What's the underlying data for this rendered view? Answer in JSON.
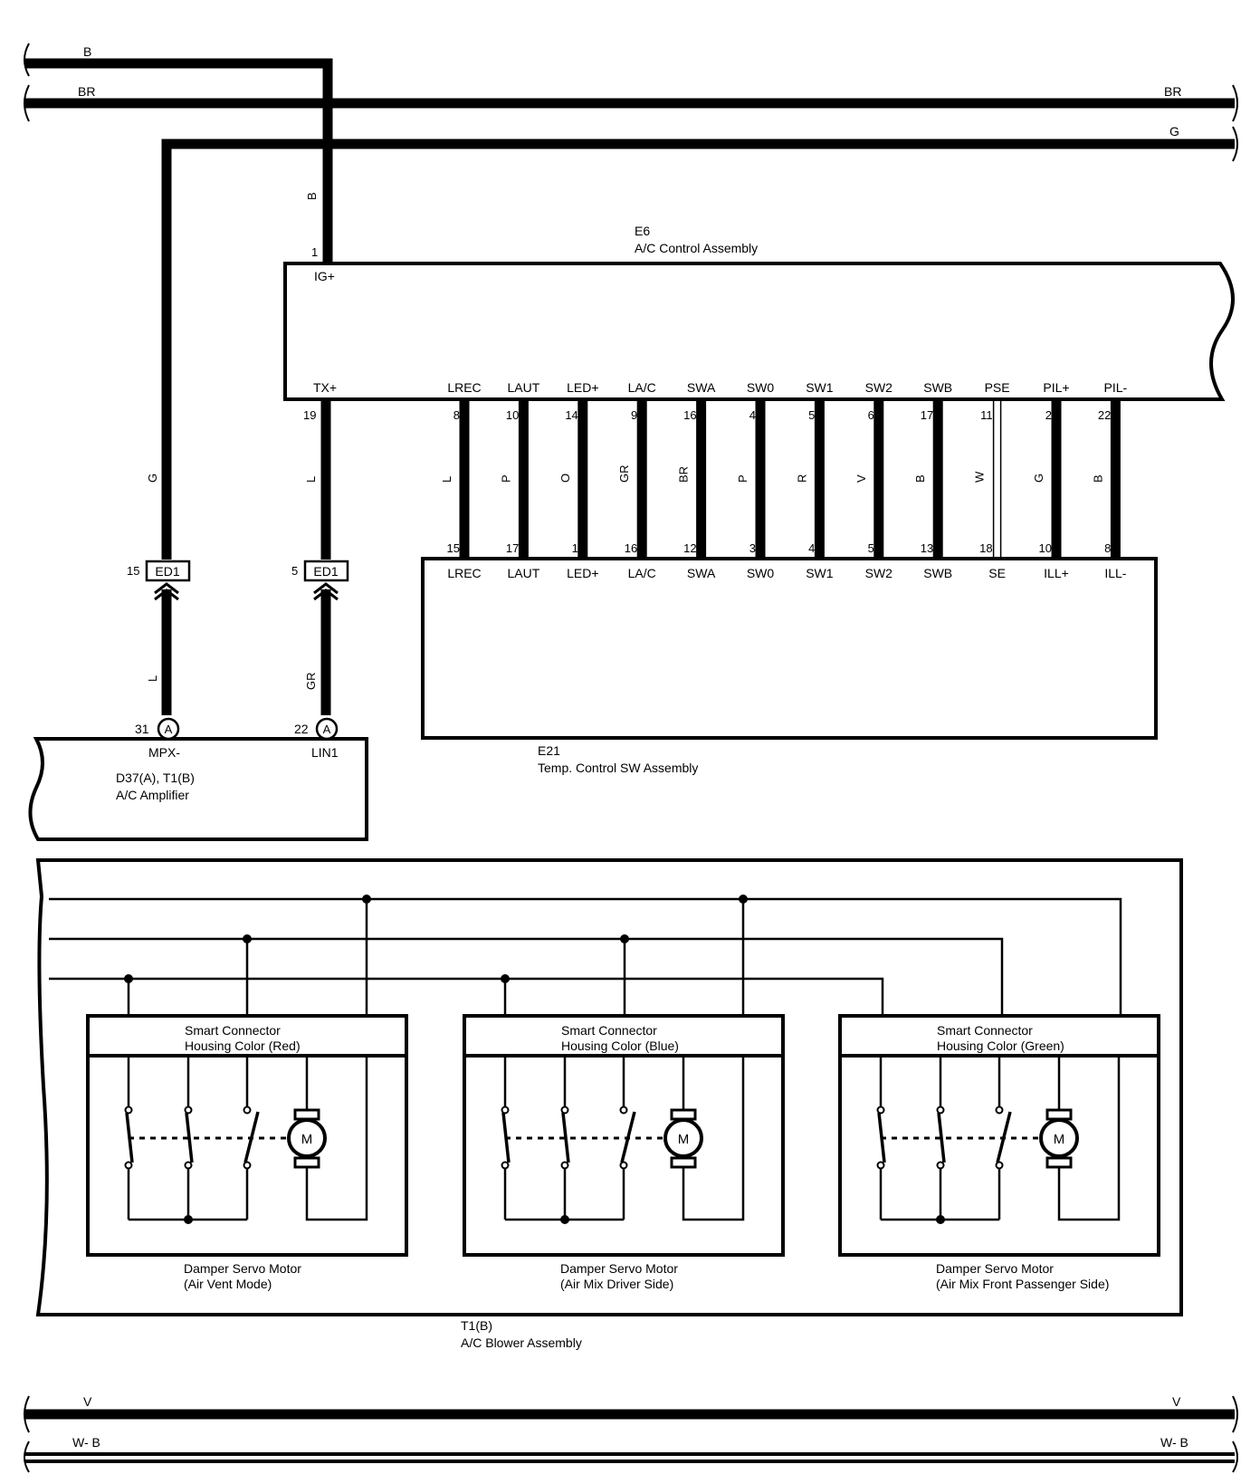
{
  "wires_top": {
    "b": "B",
    "br": "BR",
    "br_right": "BR",
    "g": "G",
    "b_vertical": "B"
  },
  "wires_bottom": {
    "v": "V",
    "v_right": "V",
    "wb": "W- B",
    "wb_right": "W- B"
  },
  "e6": {
    "code": "E6",
    "name": "A/C Control Assembly",
    "ig_pin": "1",
    "ig_label": "IG+",
    "tx_label": "TX+",
    "tx_pin": "19",
    "tx_wire": "L",
    "pins": [
      {
        "label": "LREC",
        "num": "8",
        "wire": "L"
      },
      {
        "label": "LAUT",
        "num": "10",
        "wire": "P"
      },
      {
        "label": "LED+",
        "num": "14",
        "wire": "O"
      },
      {
        "label": "LA/C",
        "num": "9",
        "wire": "GR"
      },
      {
        "label": "SWA",
        "num": "16",
        "wire": "BR"
      },
      {
        "label": "SW0",
        "num": "4",
        "wire": "P"
      },
      {
        "label": "SW1",
        "num": "5",
        "wire": "R"
      },
      {
        "label": "SW2",
        "num": "6",
        "wire": "V"
      },
      {
        "label": "SWB",
        "num": "17",
        "wire": "B"
      },
      {
        "label": "PSE",
        "num": "11",
        "wire": "W"
      },
      {
        "label": "PIL+",
        "num": "2",
        "wire": "G"
      },
      {
        "label": "PIL-",
        "num": "22",
        "wire": "B"
      }
    ]
  },
  "e21": {
    "code": "E21",
    "name": "Temp.  Control SW Assembly",
    "pins": [
      {
        "label": "LREC",
        "num": "15"
      },
      {
        "label": "LAUT",
        "num": "17"
      },
      {
        "label": "LED+",
        "num": "1"
      },
      {
        "label": "LA/C",
        "num": "16"
      },
      {
        "label": "SWA",
        "num": "12"
      },
      {
        "label": "SW0",
        "num": "3"
      },
      {
        "label": "SW1",
        "num": "4"
      },
      {
        "label": "SW2",
        "num": "5"
      },
      {
        "label": "SWB",
        "num": "13"
      },
      {
        "label": "SE",
        "num": "18"
      },
      {
        "label": "ILL+",
        "num": "10"
      },
      {
        "label": "ILL-",
        "num": "8"
      }
    ]
  },
  "ed1_left": {
    "pin": "15",
    "name": "ED1",
    "upper_wire": "G",
    "lower_wire": "L"
  },
  "ed1_right": {
    "pin": "5",
    "name": "ED1",
    "lower_wire": "GR"
  },
  "amp": {
    "code": "D37(A), T1(B)",
    "name": "A/C Amplifier",
    "mpx_pin": "31",
    "mpx_label": "MPX-",
    "lin_pin": "22",
    "lin_label": "LIN1",
    "connector": "A"
  },
  "blower": {
    "code": "T1(B)",
    "name": "A/C Blower Assembly",
    "motor_symbol": "M",
    "motors": [
      {
        "conn1": "Smart Connector",
        "conn2": "Housing Color (Red)",
        "name1": "Damper Servo Motor",
        "name2": "(Air Vent Mode)"
      },
      {
        "conn1": "Smart Connector",
        "conn2": "Housing Color (Blue)",
        "name1": "Damper Servo Motor",
        "name2": "(Air Mix Driver Side)"
      },
      {
        "conn1": "Smart Connector",
        "conn2": "Housing Color (Green)",
        "name1": "Damper Servo Motor",
        "name2": "(Air Mix Front Passenger Side)"
      }
    ]
  }
}
